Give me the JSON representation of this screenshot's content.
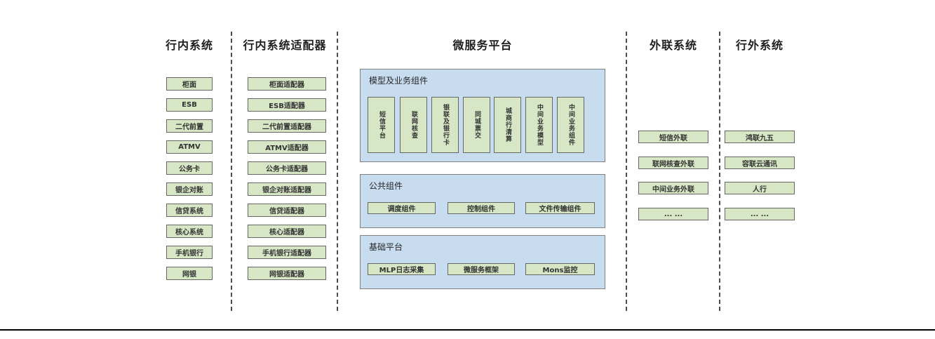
{
  "columns": {
    "internal": {
      "title": "行内系统",
      "items": [
        "柜面",
        "ESB",
        "二代前置",
        "ATMV",
        "公务卡",
        "银企对账",
        "信贷系统",
        "核心系统",
        "手机银行",
        "网银"
      ]
    },
    "adapters": {
      "title": "行内系统适配器",
      "items": [
        "柜面适配器",
        "ESB适配器",
        "二代前置适配器",
        "ATMV适配器",
        "公务卡适配器",
        "银企对账适配器",
        "信贷适配器",
        "核心适配器",
        "手机银行适配器",
        "网银适配器"
      ]
    },
    "platform": {
      "title": "微服务平台",
      "model_group": {
        "title": "模型及业务组件",
        "items": [
          "短信平台",
          "联网核查",
          "银联及银行卡",
          "同城票交",
          "城商行清算",
          "中间业务模型",
          "中间业务组件"
        ]
      },
      "common_group": {
        "title": "公共组件",
        "items": [
          "调度组件",
          "控制组件",
          "文件传输组件"
        ]
      },
      "base_group": {
        "title": "基础平台",
        "items": [
          "MLP日志采集",
          "微服务框架",
          "Mons监控"
        ]
      }
    },
    "outbound": {
      "title": "外联系统",
      "items": [
        "短信外联",
        "联网核查外联",
        "中间业务外联",
        "... ..."
      ]
    },
    "external": {
      "title": "行外系统",
      "items": [
        "鸿联九五",
        "容联云通讯",
        "人行",
        "... ..."
      ]
    }
  },
  "colors": {
    "box_fill": "#d7e6c5",
    "box_border": "#666666",
    "panel_fill": "#c8dcf0",
    "panel_border": "#808080",
    "divider": "#4d4d4d",
    "baseline": "#000000"
  }
}
